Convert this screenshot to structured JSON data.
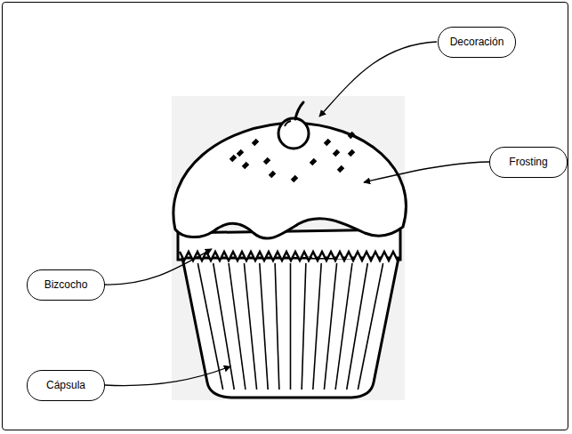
{
  "diagram": {
    "nodes": [
      {
        "text": [
          "Decoración"
        ]
      },
      {
        "text": [
          "Frosting"
        ]
      },
      {
        "text": [
          "Bizcocho"
        ]
      },
      {
        "text": [
          "Cápsula"
        ]
      }
    ]
  }
}
